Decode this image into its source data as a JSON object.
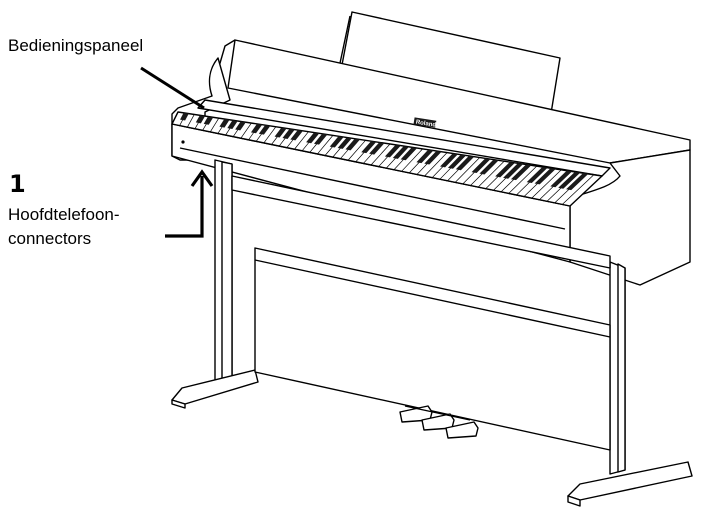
{
  "labels": {
    "control_panel": "Bedieningspaneel",
    "step_number": "1",
    "headphone_line1": "Hoofdtelefoon-",
    "headphone_line2": "connectors"
  },
  "brand_plate": "Roland",
  "colors": {
    "line": "#000000",
    "fill": "#ffffff",
    "black_key": "#1a1a1a"
  },
  "piano": {
    "white_key_count": 52
  }
}
